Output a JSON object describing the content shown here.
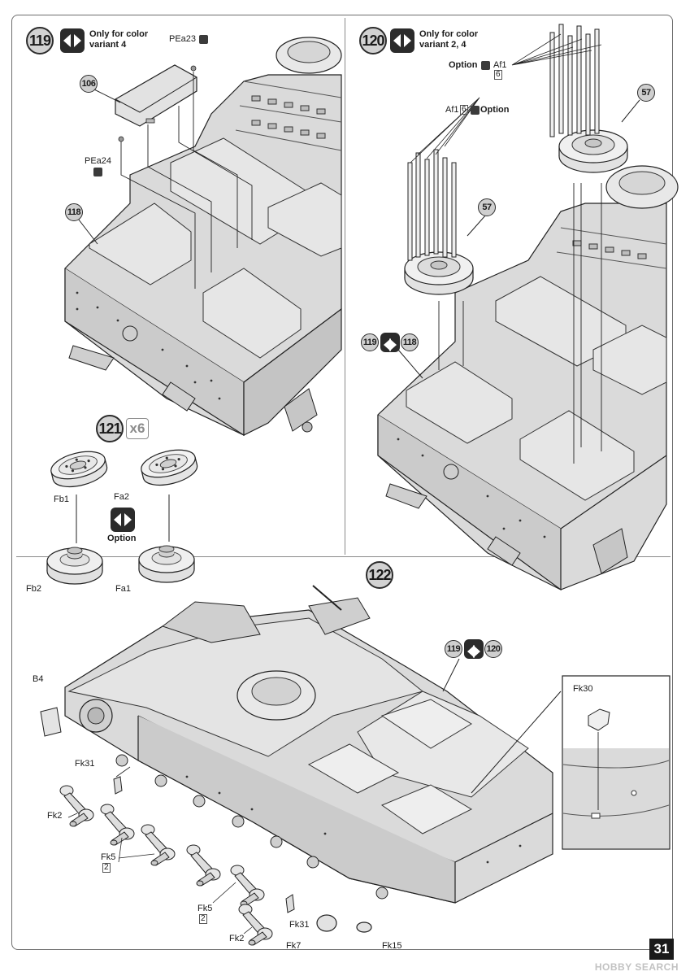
{
  "page": {
    "number": "31",
    "watermark": "HOBBY SEARCH"
  },
  "steps": {
    "s119": {
      "number": "119",
      "note": "Only for color variant  4"
    },
    "s120": {
      "number": "120",
      "note": "Only for color variant 2, 4"
    },
    "s121": {
      "number": "121",
      "qty": "x6"
    },
    "s122": {
      "number": "122"
    }
  },
  "labels": {
    "pea23": "PEa23",
    "pea24": "PEa24",
    "ref106": "106",
    "ref118": "118",
    "ref57a": "57",
    "ref57b": "57",
    "option_af1_top": "Option",
    "af1_top": "Af1",
    "af1_top_qty": "6",
    "af1_mid": "Af1",
    "af1_mid_qty": "6",
    "option_mid": "Option",
    "ref119_in120": "119",
    "ref118_in120": "118",
    "fb1": "Fb1",
    "fa2": "Fa2",
    "fb2": "Fb2",
    "fa1": "Fa1",
    "option_121": "Option",
    "ref119_in122": "119",
    "ref120_in122": "120",
    "b4": "B4",
    "fk30": "Fk30",
    "fk31_left": "Fk31",
    "fk2_left": "Fk2",
    "fk5_a": "Fk5",
    "fk5_a_qty": "2",
    "fk5_b": "Fk5",
    "fk5_b_qty": "2",
    "fk31_right": "Fk31",
    "fk2_bottom": "Fk2",
    "fk7": "Fk7",
    "fk15": "Fk15"
  },
  "colors": {
    "part_fill": "#d8d8d8",
    "part_dark": "#9a9a9a",
    "ref_fill": "#cfcfcf",
    "frame": "#6e6e6e"
  }
}
